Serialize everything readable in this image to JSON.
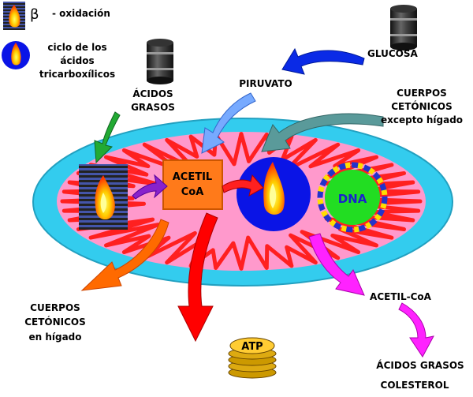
{
  "legend": {
    "beta_symbol": "β",
    "beta_label": "- oxidación",
    "krebs_lines": [
      "ciclo de los",
      "ácidos",
      "tricarboxílicos"
    ]
  },
  "labels": {
    "glucosa": "GLUCOSA",
    "piruvato": "PIRUVATO",
    "acidos_grasos": [
      "ÁCIDOS",
      "GRASOS"
    ],
    "cuerpos_cetonicos_top": [
      "CUERPOS",
      "CETÓNICOS",
      "excepto hígado"
    ],
    "acetil_coa_box": [
      "ACETIL",
      "CoA"
    ],
    "dna": "DNA",
    "cuerpos_cetonicos_bottom": [
      "CUERPOS",
      "CETÓNICOS",
      "en hígado"
    ],
    "atp": "ATP",
    "acetil_coa_out": "ACETIL-CoA",
    "acidos_grasos_out": "ÁCIDOS GRASOS",
    "colesterol": "COLESTEROL"
  },
  "colors": {
    "outer_membrane": "#33ccee",
    "matrix": "#ff99cc",
    "cristae": "#ff2020",
    "acetil_box": "#ff7a1a",
    "krebs_circle": "#0a14e6",
    "dna_circle": "#22dd22",
    "glucose_arrow": "#0a2ae6",
    "piruvato_arrow": "#77aaff",
    "cetonic_arrow": "#5a9a9a",
    "fatty_arrow": "#22aa33",
    "bottom_ketone_arrow": "#ff6a00",
    "atp_arrow": "#ff0000",
    "magenta_arrow": "#ff22ff",
    "purple_arrow": "#8822cc"
  }
}
